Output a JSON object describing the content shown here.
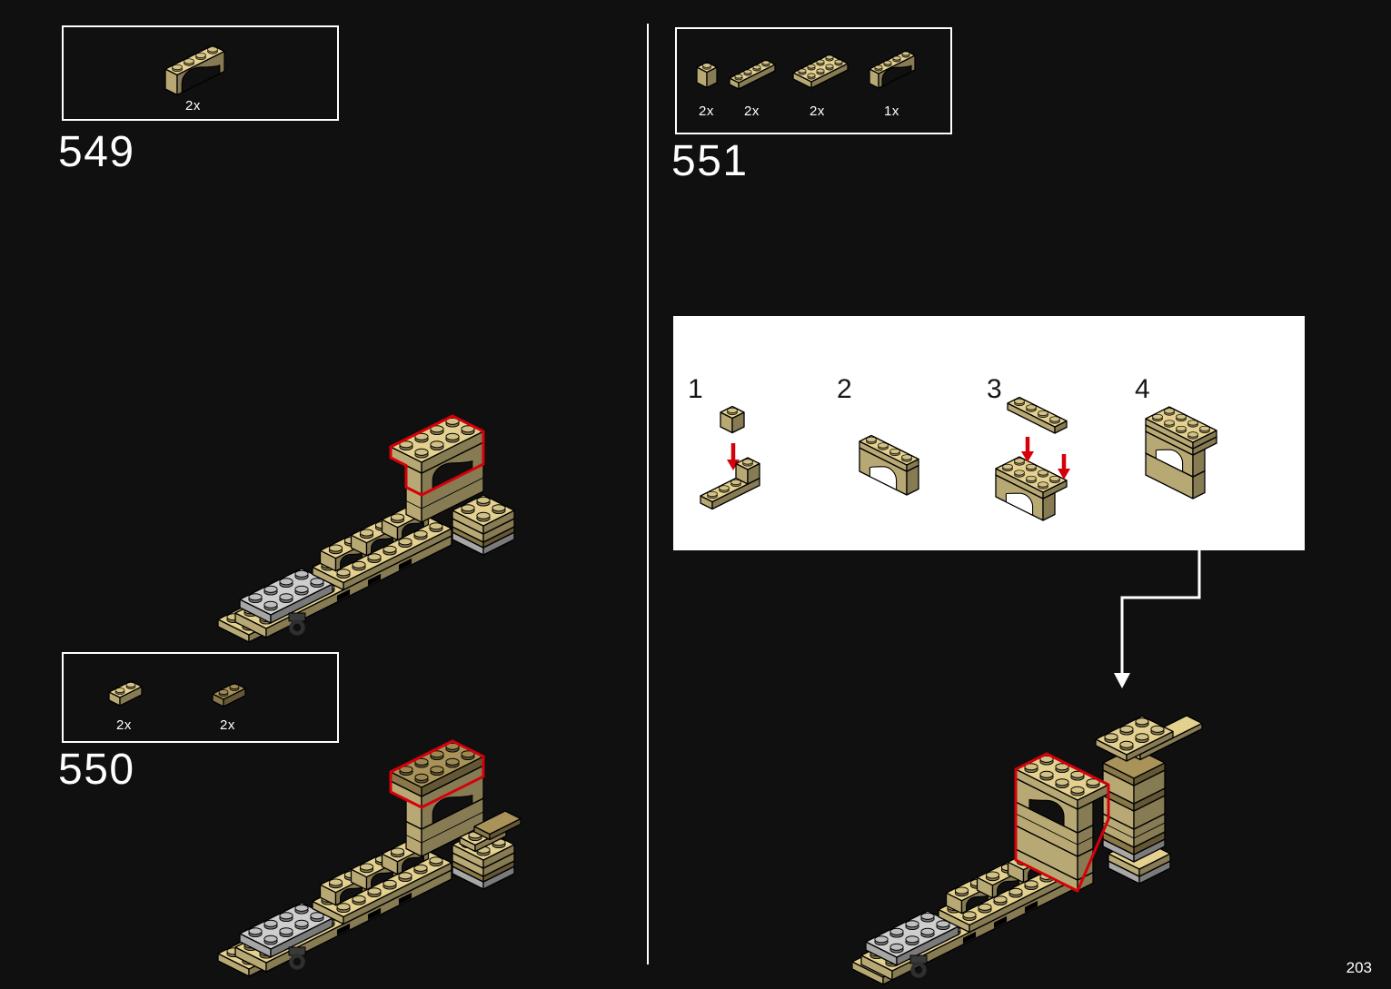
{
  "page_number": "203",
  "colors": {
    "background": "#101010",
    "brick_tan": "#d9c788",
    "brick_dark_tan": "#a18c55",
    "brick_gray": "#c4c4c4",
    "brick_black": "#3a3a3a",
    "highlight_red": "#d6000b",
    "line_white": "#ffffff",
    "panel_background": "#ffffff"
  },
  "steps": {
    "s549": {
      "number": "549",
      "parts": [
        {
          "count": "2x",
          "part": "arch-brick-1x4"
        }
      ]
    },
    "s550": {
      "number": "550",
      "parts": [
        {
          "count": "2x",
          "part": "plate-1x2"
        },
        {
          "count": "2x",
          "part": "tile-1x2-dark"
        }
      ]
    },
    "s551": {
      "number": "551",
      "parts": [
        {
          "count": "2x",
          "part": "brick-1x1"
        },
        {
          "count": "2x",
          "part": "plate-1x4"
        },
        {
          "count": "2x",
          "part": "plate-2x4"
        },
        {
          "count": "1x",
          "part": "arch-brick-1x4"
        }
      ],
      "substeps": [
        "1",
        "2",
        "3",
        "4"
      ]
    }
  }
}
